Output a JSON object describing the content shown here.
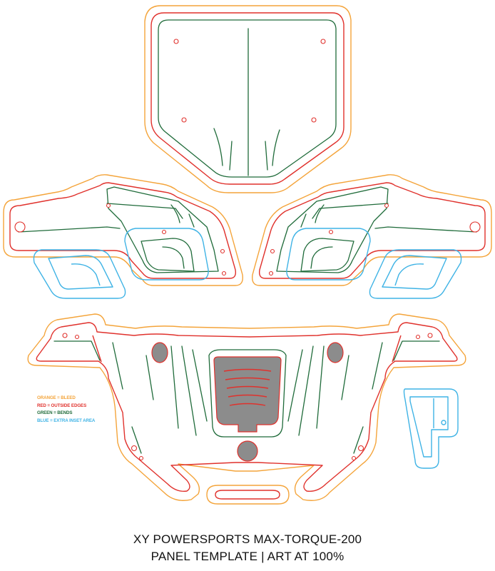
{
  "legend": {
    "bleed": {
      "label": "ORANGE = BLEED",
      "color": "#f4a43a"
    },
    "outside_edges": {
      "label": "RED = OUTSIDE EDGES",
      "color": "#e0312c"
    },
    "bends": {
      "label": "GREEN = BENDS",
      "color": "#1f6b3a"
    },
    "inset": {
      "label": "BLUE = EXTRA INSET AREA",
      "color": "#3fb3e5"
    }
  },
  "title": {
    "line1": "XY POWERSPORTS MAX-TORQUE-200",
    "line2": "PANEL TEMPLATE | ART AT 100%"
  }
}
